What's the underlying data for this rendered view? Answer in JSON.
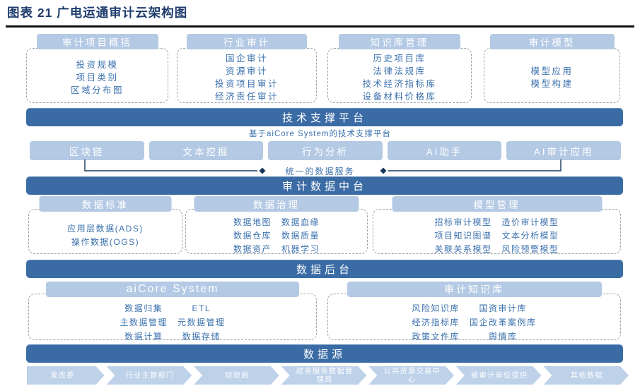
{
  "title": "图表 21 广电运通审计云架构图",
  "top_sections": [
    {
      "header": "审计项目概括",
      "items": [
        "投资规模",
        "项目类别",
        "区域分布图"
      ]
    },
    {
      "header": "行业审计",
      "items": [
        "国企审计",
        "资源审计",
        "投资项目审计",
        "经济责任审计"
      ]
    },
    {
      "header": "知识库管理",
      "items": [
        "历史项目库",
        "法律法规库",
        "技术经济指标库",
        "设备材料价格库"
      ]
    },
    {
      "header": "审计模型",
      "items": [
        "模型应用",
        "模型构建"
      ]
    }
  ],
  "platform": {
    "bar": "技术支撑平台",
    "caption": "基于aiCore System的技术支撑平台",
    "modules": [
      "区块链",
      "文本挖掘",
      "行为分析",
      "AI助手",
      "AI审计应用"
    ],
    "service_label": "统一的数据服务"
  },
  "middle": {
    "bar": "审计数据中台",
    "sections": [
      {
        "header": "数据标准",
        "lines": [
          "应用层数据(ADS)",
          "操作数据(OGS)"
        ]
      },
      {
        "header": "数据治理",
        "rows": [
          [
            "数据地图",
            "数据血缘"
          ],
          [
            "数据仓库",
            "数据质量"
          ],
          [
            "数据资产",
            "机器学习"
          ]
        ]
      },
      {
        "header": "模型管理",
        "rows": [
          [
            "招标审计模型",
            "造价审计模型"
          ],
          [
            "项目知识图谱",
            "文本分析模型"
          ],
          [
            "关联关系模型",
            "风险预警模型"
          ]
        ]
      }
    ]
  },
  "backend": {
    "bar": "数据后台",
    "sections": [
      {
        "header": "aiCore System",
        "rows": [
          [
            "数据归集",
            "ETL"
          ],
          [
            "主数据管理",
            "元数据管理"
          ],
          [
            "数据计算",
            "数据存储"
          ]
        ]
      },
      {
        "header": "审计知识库",
        "rows": [
          [
            "风险知识库",
            "国资审计库"
          ],
          [
            "经济指标库",
            "国企改革案例库"
          ],
          [
            "政策文件库",
            "舆情库"
          ]
        ]
      }
    ]
  },
  "source": {
    "bar": "数据源",
    "channels": [
      "发改委",
      "行业主管部门",
      "财政局",
      "政务服务数据管理局",
      "公共资源交易中心",
      "被审计单位提供",
      "其他数据"
    ]
  },
  "colors": {
    "title": "#1F3C6D",
    "bar_dark": "#3A6BA5",
    "box_light": "#B4C9E4",
    "chevron_light": "#BDD1E9",
    "text_blue": "#3C72AE",
    "connector": "#17365D",
    "dash_border": "#9AA1A8"
  }
}
